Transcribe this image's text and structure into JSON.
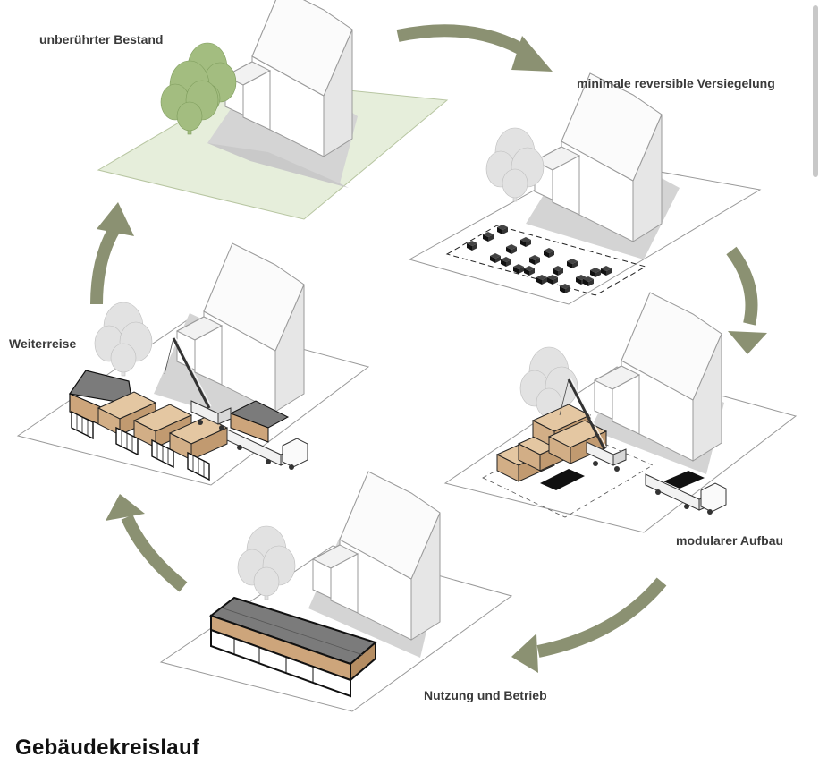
{
  "title": "Gebäudekreislauf",
  "stages": {
    "bestand": "unberührter Bestand",
    "versiegelung": "minimale reversible Versiegelung",
    "aufbau": "modularer Aufbau",
    "betrieb": "Nutzung und Betrieb",
    "weiterreise": "Weiterreise"
  },
  "colors": {
    "arrow": "#8b9172",
    "meadow": "#e6eedb",
    "tree": "#a3bd80",
    "ghost_tree": "#dcdcdc",
    "wood": "#d8b690",
    "roof": "#7b7b7b",
    "shadow": "#d9d9d9",
    "building": "#fefefe"
  }
}
